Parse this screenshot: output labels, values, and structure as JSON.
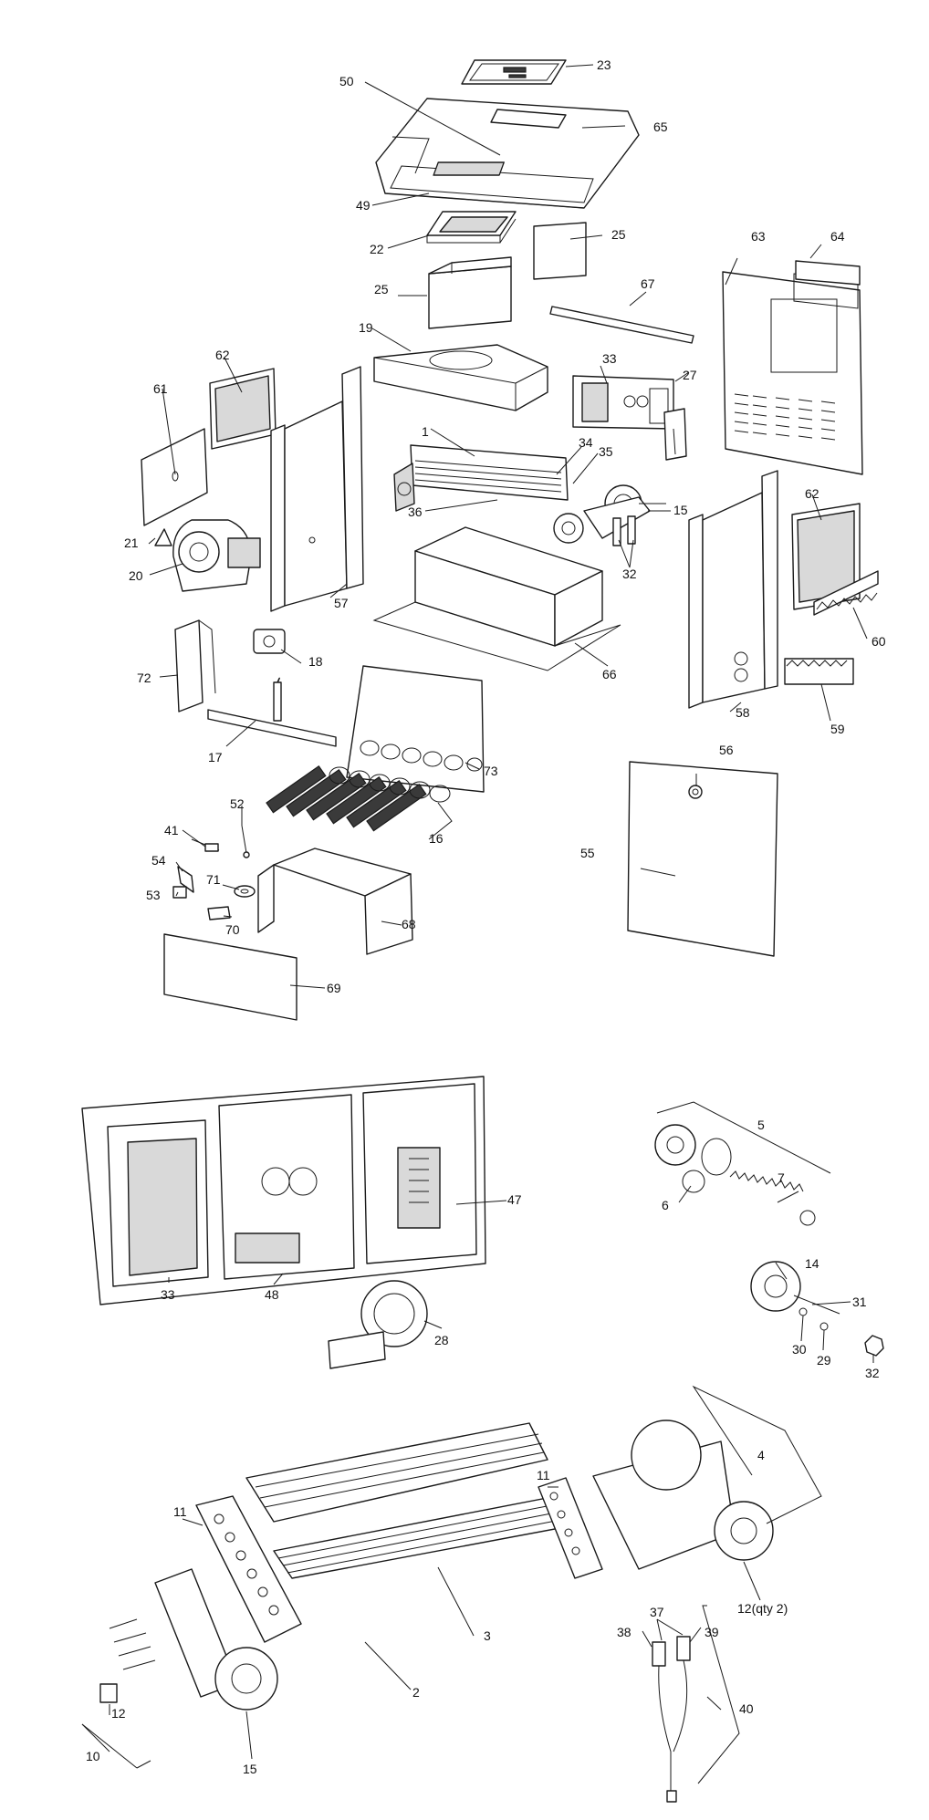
{
  "diagram": {
    "colors": {
      "line": "#1a1a1a",
      "fill": "#ffffff",
      "shade": "#d9d9d9",
      "dark": "#3a3a3a"
    },
    "callouts": {
      "c1": "1",
      "c2": "2",
      "c3": "3",
      "c4": "4",
      "c5": "5",
      "c6": "6",
      "c7": "7",
      "c10": "10",
      "c11a": "11",
      "c11b": "11",
      "c12a": "12",
      "c12b": "12(qty 2)",
      "c14": "14",
      "c15a": "15",
      "c15b": "15",
      "c16": "16",
      "c17": "17",
      "c18": "18",
      "c19": "19",
      "c20": "20",
      "c21": "21",
      "c22": "22",
      "c23": "23",
      "c25a": "25",
      "c25b": "25",
      "c27": "27",
      "c28": "28",
      "c29": "29",
      "c30": "30",
      "c31": "31",
      "c32a": "32",
      "c32b": "32",
      "c33a": "33",
      "c33b": "33",
      "c34": "34",
      "c35": "35",
      "c36": "36",
      "c37": "37",
      "c38": "38",
      "c39": "39",
      "c40": "40",
      "c41": "41",
      "c47": "47",
      "c48": "48",
      "c49": "49",
      "c50": "50",
      "c52": "52",
      "c53": "53",
      "c54": "54",
      "c55": "55",
      "c56": "56",
      "c57": "57",
      "c58": "58",
      "c59": "59",
      "c60": "60",
      "c61": "61",
      "c62a": "62",
      "c62b": "62",
      "c63": "63",
      "c64": "64",
      "c65": "65",
      "c66": "66",
      "c67": "67",
      "c68": "68",
      "c69": "69",
      "c70": "70",
      "c71": "71",
      "c72": "72",
      "c73": "73"
    }
  }
}
